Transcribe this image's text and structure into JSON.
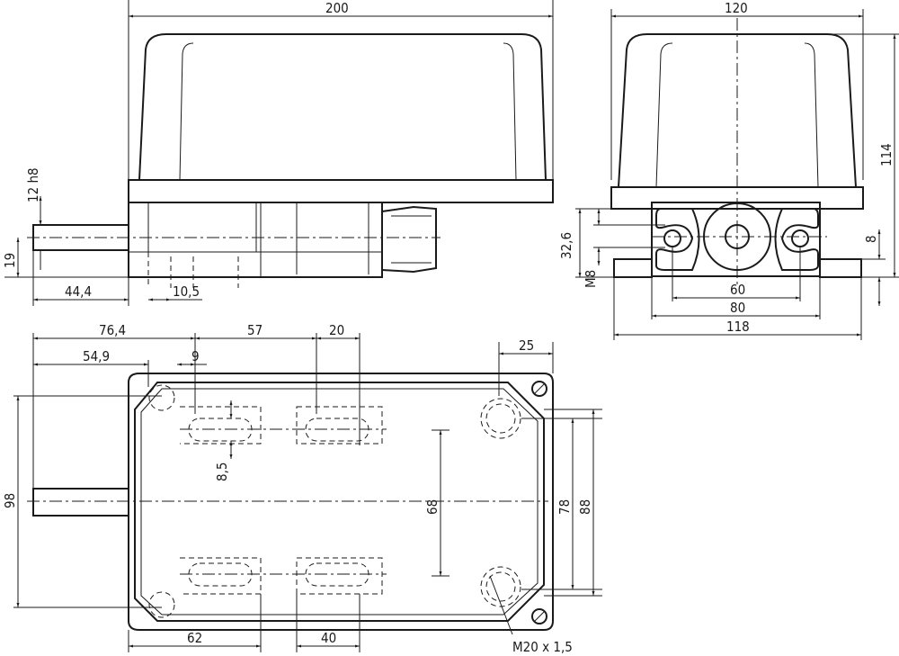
{
  "side_view": {
    "width_200": "200",
    "shaft_dia": "12 h8",
    "shaft_height": "19",
    "shaft_length": "44,4",
    "offset": "10,5"
  },
  "front_view": {
    "width_120": "120",
    "height_114": "114",
    "hole_height": "32,6",
    "thread": "M8",
    "foot_height": "8",
    "hole_spacing": "60",
    "body_width": "80",
    "foot_width": "118"
  },
  "plan_view": {
    "dim_76_4": "76,4",
    "dim_57": "57",
    "dim_20": "20",
    "dim_54_9": "54,9",
    "dim_9": "9",
    "dim_25": "25",
    "dim_98": "98",
    "dim_8_5": "8,5",
    "dim_68": "68",
    "dim_78": "78",
    "dim_88": "88",
    "dim_62": "62",
    "dim_40": "40",
    "cable_thread": "M20 x 1,5"
  }
}
